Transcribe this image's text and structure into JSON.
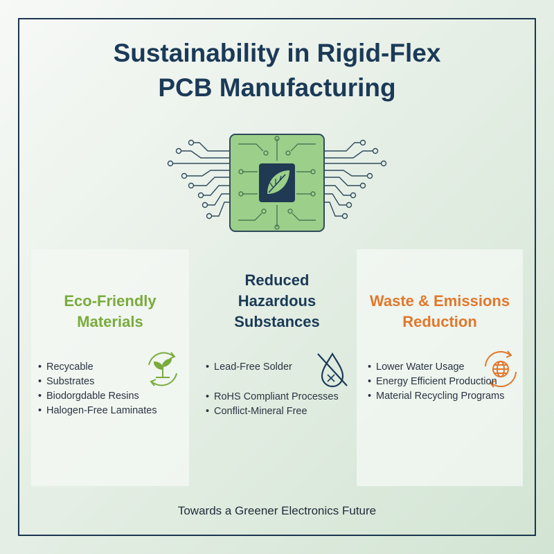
{
  "title": {
    "line1": "Sustainability in Rigid-Flex",
    "line2": "PCB Manufacturing"
  },
  "panels": [
    {
      "title_lines": [
        "Eco-Friendly",
        "Materials"
      ],
      "icon": "sprout-recycle-icon",
      "items": [
        "Recycable",
        "Substrates",
        "Biodorgdable Resins",
        "Halogen-Free Laminates"
      ],
      "color": "#7aab3c"
    },
    {
      "title_lines": [
        "Reduced",
        "Hazardous",
        "Substances"
      ],
      "icon": "no-hazard-drop-icon",
      "items": [
        "Lead-Free Solder",
        "RoHS Compliant Processes",
        "Conflict-Mineral Free"
      ],
      "color": "#1b3a57"
    },
    {
      "title_lines": [
        "Waste & Emissions",
        "Reduction"
      ],
      "icon": "globe-recycle-icon",
      "items": [
        "Lower Water Usage",
        "Energy Efficient Production",
        "Material Recycling Programs"
      ],
      "color": "#e0782c"
    }
  ],
  "footer": "Towards a Greener Electronics Future",
  "center_icon": "leaf-chip-icon",
  "colors": {
    "navy": "#1b3a57",
    "green": "#7aab3c",
    "orange": "#e0782c",
    "chip": "#9ccf8a"
  }
}
